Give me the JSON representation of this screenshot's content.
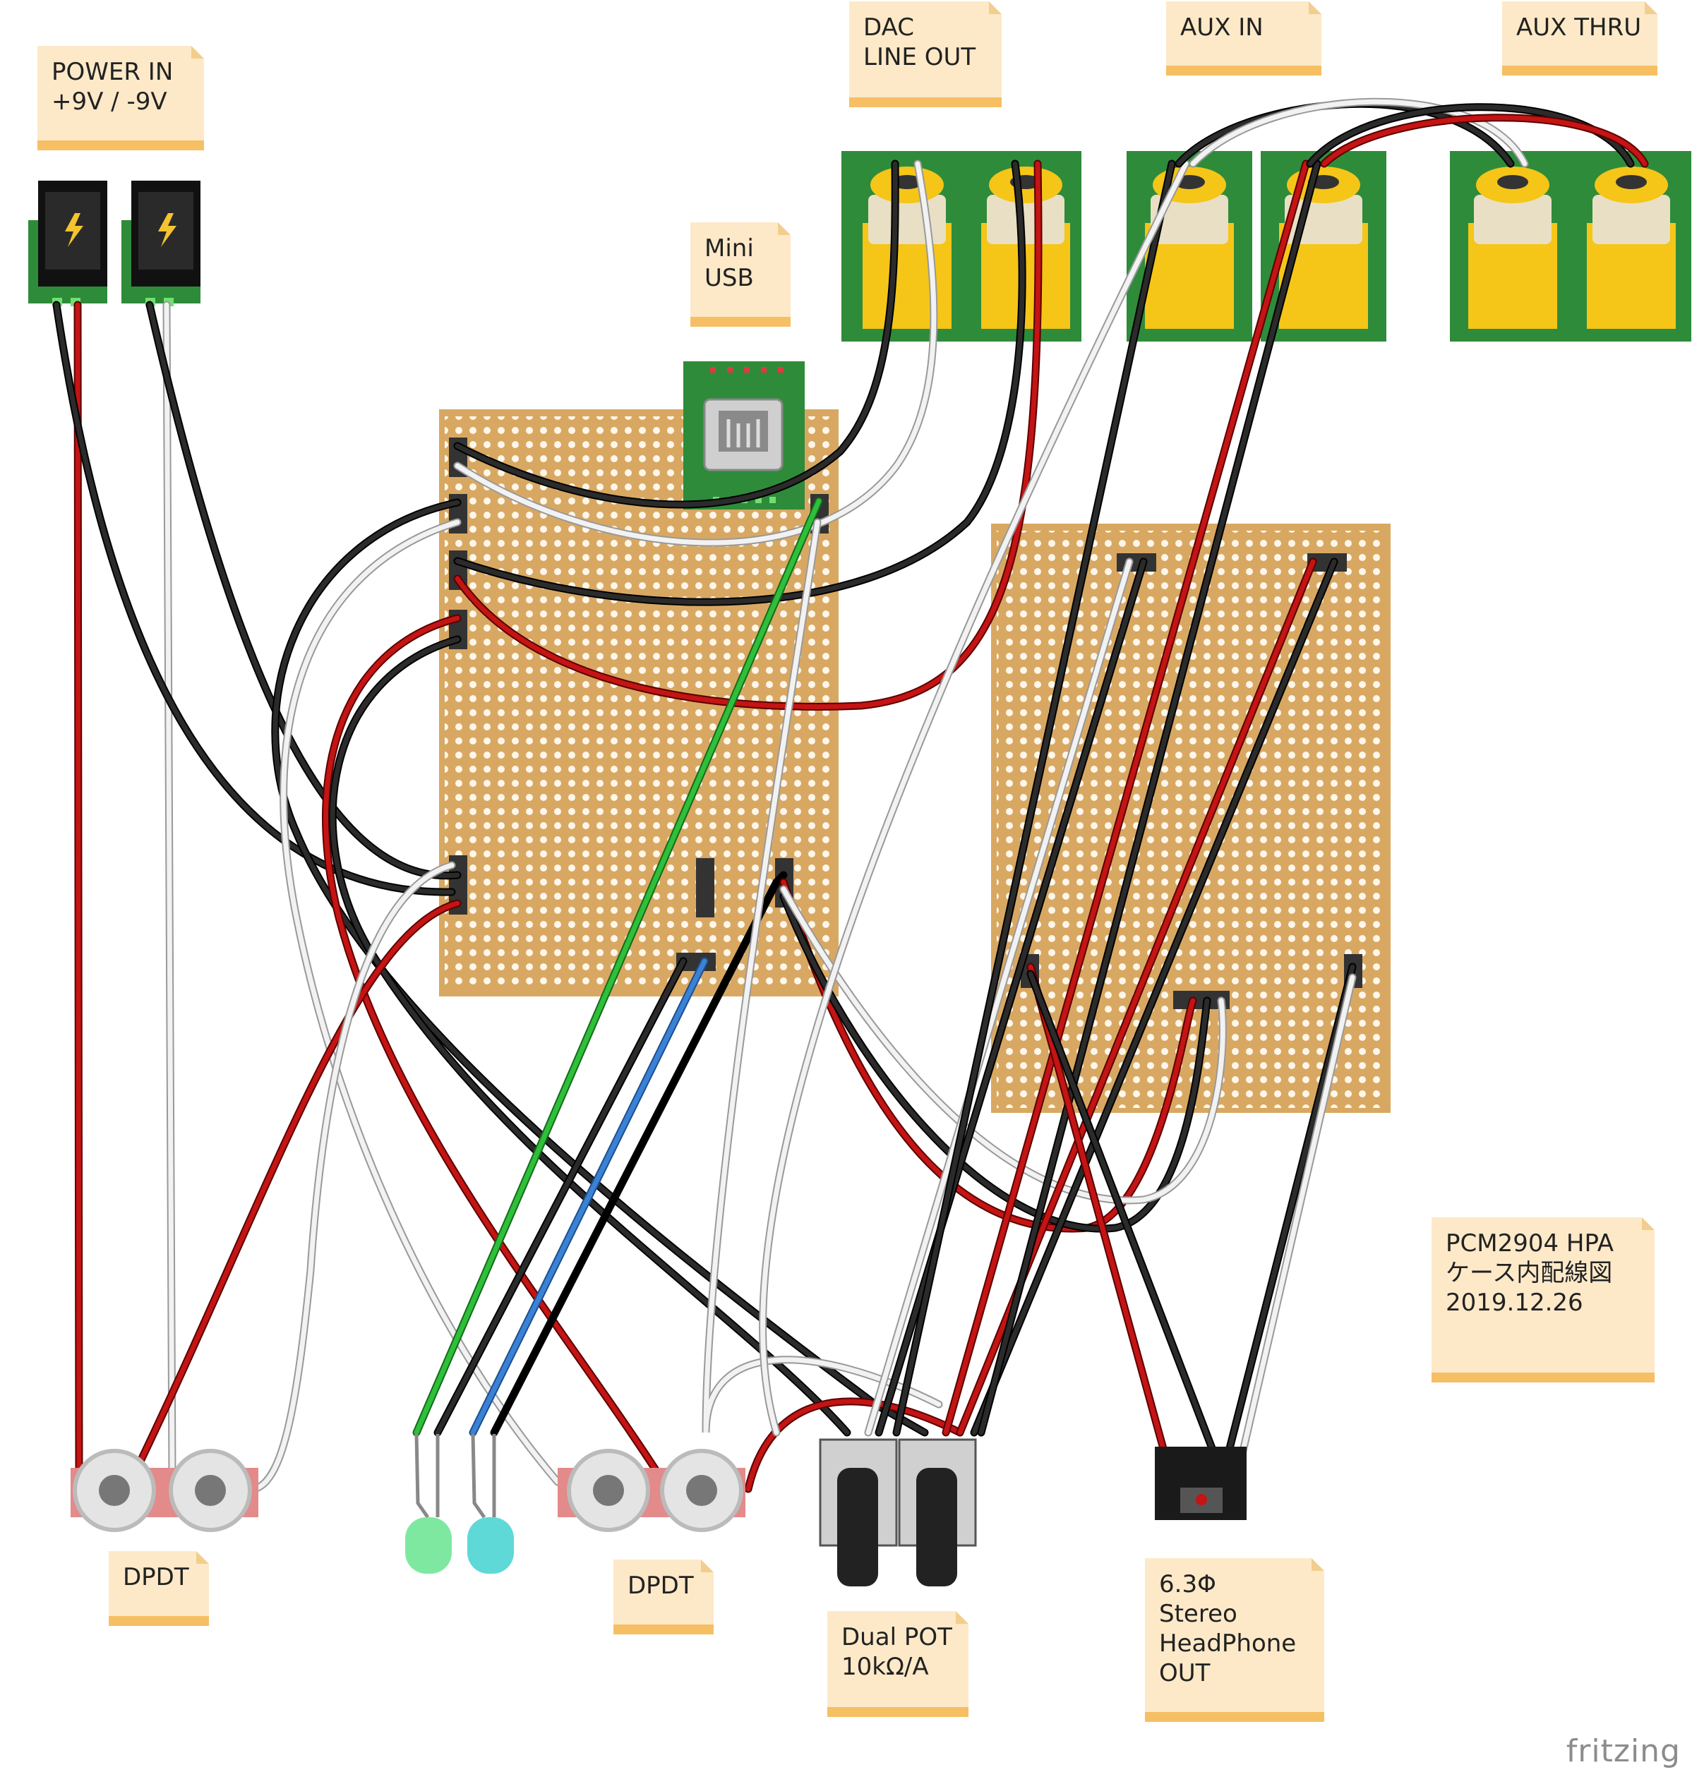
{
  "notes": {
    "power_in": [
      "POWER IN",
      "+9V / -9V"
    ],
    "dac_line_out": [
      "DAC",
      "LINE OUT"
    ],
    "aux_in": [
      "AUX IN"
    ],
    "aux_thru": [
      "AUX THRU"
    ],
    "mini_usb": [
      "Mini",
      "USB"
    ],
    "title_note": [
      "PCM2904 HPA",
      "ケース内配線図",
      "",
      "2019.12.26"
    ],
    "dpdt_left": [
      "DPDT"
    ],
    "dpdt_right": [
      "DPDT"
    ],
    "dual_pot": [
      "Dual POT",
      "10kΩ/A"
    ],
    "headphone": [
      "6.3Φ",
      "Stereo",
      "HeadPhone",
      "OUT"
    ]
  },
  "brand": "fritzing",
  "colors": {
    "board": "#d8a862",
    "hole": "#fdf6ea",
    "pcb_green": "#2e8b3a",
    "rca_yellow": "#f5c518",
    "wire_black": "#2b2b2b",
    "wire_red": "#c41414",
    "wire_white": "#f2f2f2",
    "wire_green": "#2fbf3a",
    "wire_blue": "#3b82d6",
    "note_bg": "#fde9c8",
    "note_bar": "#f6bf64"
  },
  "components": {
    "dc_jacks": 2,
    "rca_jacks": 6,
    "dpdt_switches": 2,
    "leds": [
      "green",
      "cyan"
    ],
    "potentiometers": 2,
    "headphone_jack": 1,
    "perfboards": 2,
    "usb_module": 1
  }
}
